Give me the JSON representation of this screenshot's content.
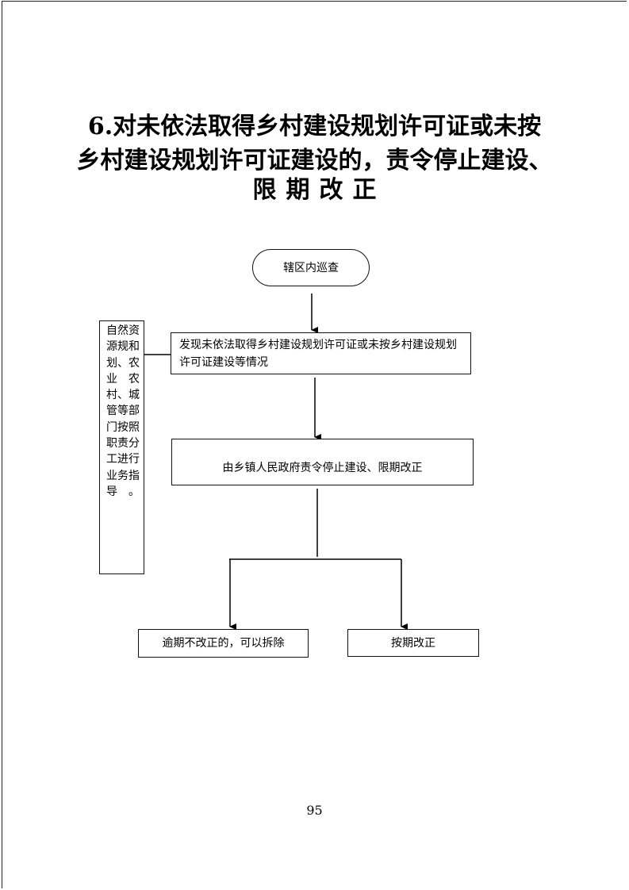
{
  "title": {
    "line1": "6.对未依法取得乡村建设规划许可证或未按",
    "line2": "乡村建设规划许可证建设的，责令停止建设、",
    "line3": "限期改正"
  },
  "flow": {
    "start": "辖区内巡查",
    "discover": "发现未依法取得乡村建设规划许可证或未按乡村建设规划许可证建设等情况",
    "order": "由乡镇人民政府责令停止建设、限期改正",
    "branch_left": "逾期不改正的，可以拆除",
    "branch_right": "按期改正"
  },
  "side_note": "自然资源规和划、农业农村、城管等部门按照职责分工进行业务指导。",
  "page_number": "95"
}
